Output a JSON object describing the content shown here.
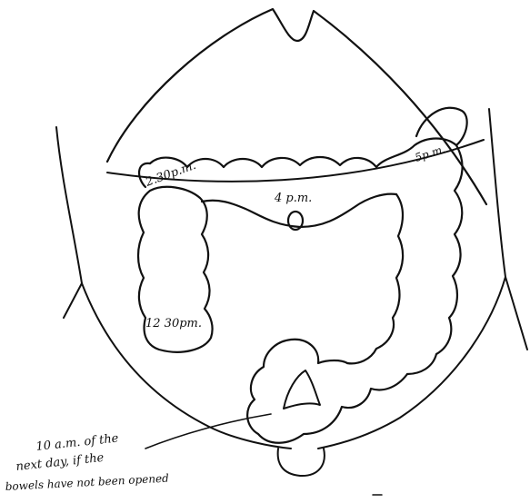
{
  "diagram": {
    "labels": {
      "ascending_time": "2.30p.m.",
      "transverse_time": "4 p.m.",
      "hepatic_time": "5p.m.",
      "caecum_time": "12 30pm.",
      "sigmoid_note_line1": "10 a.m. of the",
      "sigmoid_note_line2": "next day, if the",
      "sigmoid_note_line3": "bowels have not been opened"
    },
    "colors": {
      "ink": "#111111",
      "paper": "#ffffff"
    }
  }
}
